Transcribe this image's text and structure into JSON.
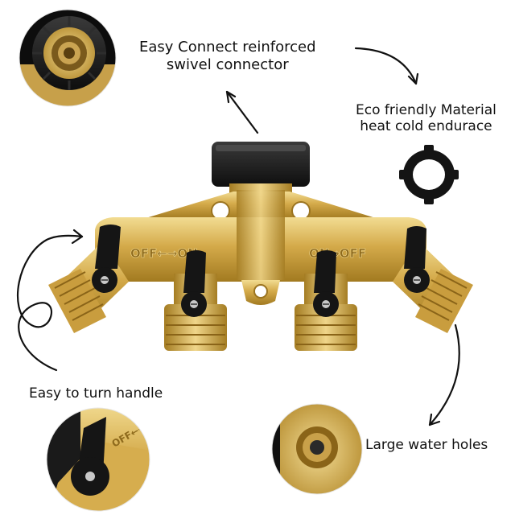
{
  "callouts": {
    "connector": {
      "line1": "Easy Connect reinforced",
      "line2": "swivel connector"
    },
    "eco": {
      "line1": "Eco friendly Material",
      "line2": "heat cold endurace"
    },
    "handle": {
      "text": "Easy to turn handle"
    },
    "holes": {
      "text": "Large water holes"
    }
  },
  "product": {
    "left_label": "OFF←→ON",
    "right_label": "ON→OFF"
  },
  "colors": {
    "brass": "#d4aa4a",
    "brass_dark": "#a47c22",
    "brass_light": "#f0d68a",
    "rubber": "#1a1a1a",
    "background": "#ffffff"
  }
}
